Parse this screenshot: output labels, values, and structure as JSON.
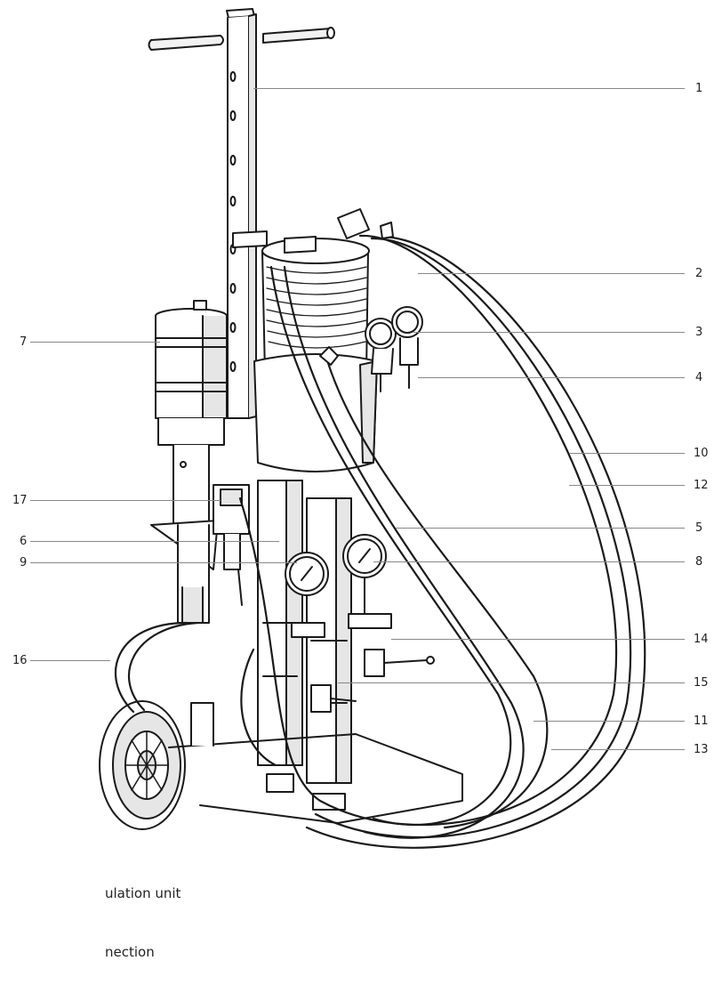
{
  "callouts": [
    {
      "id": "1",
      "label": "1"
    },
    {
      "id": "2",
      "label": "2"
    },
    {
      "id": "3",
      "label": "3"
    },
    {
      "id": "4",
      "label": "4"
    },
    {
      "id": "5",
      "label": "5"
    },
    {
      "id": "6",
      "label": "6"
    },
    {
      "id": "7",
      "label": "7"
    },
    {
      "id": "8",
      "label": "8"
    },
    {
      "id": "9",
      "label": "9"
    },
    {
      "id": "10",
      "label": "10"
    },
    {
      "id": "11",
      "label": "11"
    },
    {
      "id": "12",
      "label": "12"
    },
    {
      "id": "13",
      "label": "13"
    },
    {
      "id": "14",
      "label": "14"
    },
    {
      "id": "15",
      "label": "15"
    },
    {
      "id": "16",
      "label": "16"
    },
    {
      "id": "17",
      "label": "17"
    }
  ],
  "caption": {
    "line1": "ulation unit",
    "line2": "nection"
  },
  "colors": {
    "line": "#1a1a1a",
    "fill": "#ffffff",
    "shade": "#e6e6e6",
    "leader": "#888888"
  }
}
